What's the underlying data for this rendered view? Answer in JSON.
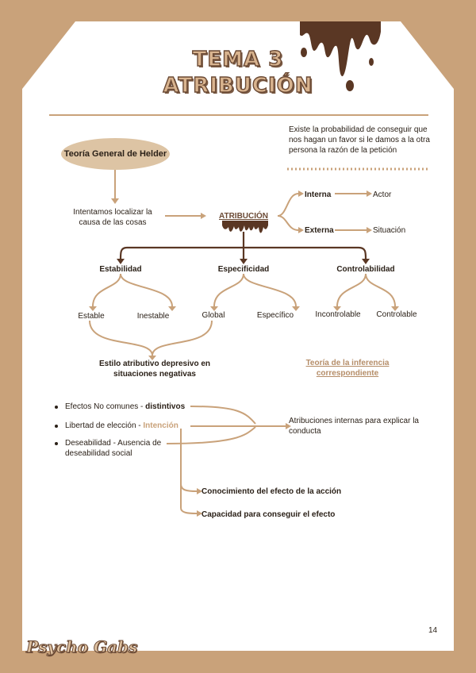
{
  "header": {
    "title_line1": "TEMA 3",
    "title_line2": "ATRIBUCIÓN"
  },
  "note_top_right": "Existe la probabilidad de conseguir que nos hagan un favor si le damos a la otra persona la razón de la petición",
  "theory_pill": "Teoría General de Helder",
  "localize_text": "Intentamos localizar la causa de las cosas",
  "center_node": "ATRIBUCIÓN",
  "internal": {
    "label": "Interna",
    "result": "Actor"
  },
  "external": {
    "label": "Externa",
    "result": "Situación"
  },
  "dimensions": {
    "stability": {
      "label": "Estabilidad",
      "a": "Estable",
      "b": "Inestable"
    },
    "specificity": {
      "label": "Especificidad",
      "a": "Global",
      "b": "Específico"
    },
    "controllability": {
      "label": "Controlabilidad",
      "a": "Incontrolable",
      "b": "Controlable"
    }
  },
  "depressive_style": "Estilo atributivo depresivo en situaciones negativas",
  "inference_theory": "Teoría de la inferencia correspondiente",
  "bullets": [
    {
      "text": "Efectos No comunes - ",
      "emph": "distintivos"
    },
    {
      "text": "Libertad de elección - ",
      "emph": "Intención"
    },
    {
      "text": "Deseabilidad - Ausencia de deseabilidad social",
      "emph": ""
    }
  ],
  "internal_attributions": "Atribuciones internas para explicar la conducta",
  "knowledge": "Conocimiento del efecto de la acción",
  "capacity": "Capacidad para conseguir el efecto",
  "page_number": "14",
  "brand": "Psycho Gabs",
  "colors": {
    "frame": "#c9a27a",
    "arrow": "#c9a27a",
    "chocolate": "#5a3724",
    "page": "#ffffff"
  }
}
